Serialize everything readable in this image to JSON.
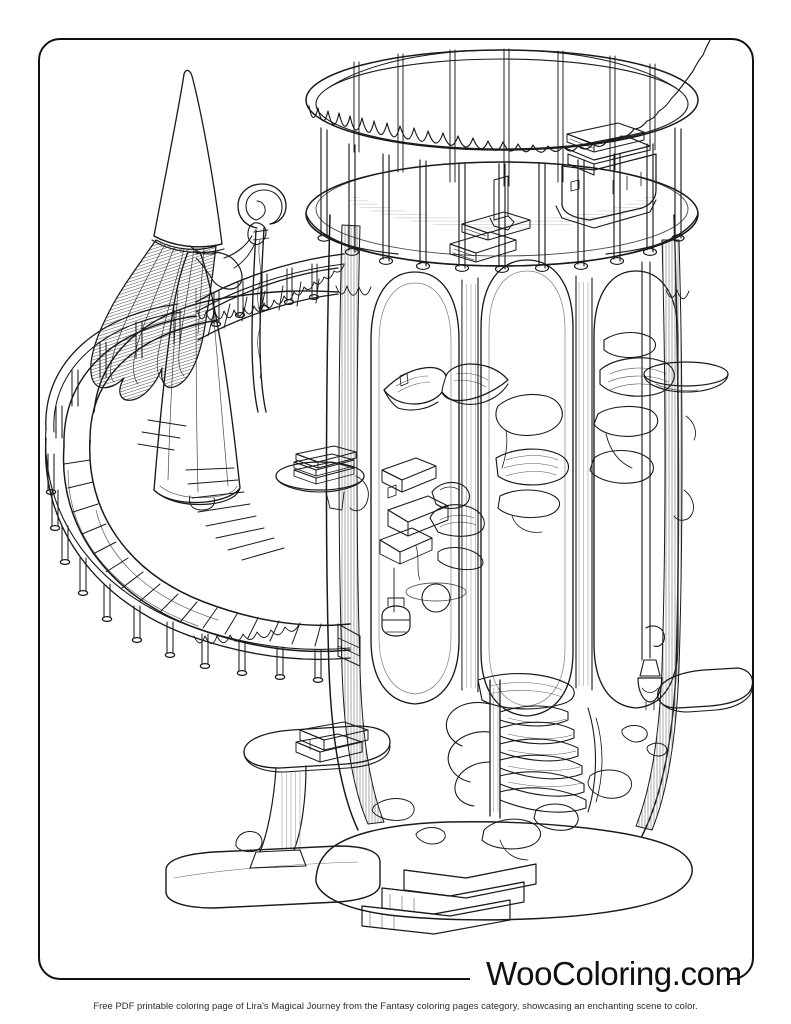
{
  "page": {
    "background_color": "#ffffff",
    "border_color": "#111111",
    "ink_color": "#1a1a1a"
  },
  "brand": {
    "logo_text": "WooColoring.com",
    "logo_color": "#111111"
  },
  "caption": {
    "text": "Free PDF printable coloring page of Lira's Magical Journey from the Fantasy coloring pages category, showcasing an enchanting scene to color."
  },
  "artwork": {
    "title": "Lira's Magical Journey",
    "style": "black-and-white line art coloring page",
    "scene_description": "A young wizard girl in a pointed hat holding a spiral-topped staff stands on a curving external stone staircase that spirals around a tall cylindrical open-walled magical library tower. The tower is crowned by a round balustraded terrace holding stacked books and a stone altar. Inside the tower, arched openings reveal floating books, shelves of scrolls, hanging lanterns, a potion bottle and an inner spiral staircase descending to a rounded stone base platform with steps.",
    "elements": [
      {
        "name": "wizard-girl",
        "label": "Lira the wizard girl"
      },
      {
        "name": "wizard-hat",
        "label": "pointed wizard hat"
      },
      {
        "name": "wizard-staff",
        "label": "spiral-topped staff"
      },
      {
        "name": "flowing-hair",
        "label": "long flowing hair"
      },
      {
        "name": "outer-spiral-staircase",
        "label": "outer spiral staircase"
      },
      {
        "name": "staircase-balustrade",
        "label": "staircase balustrade"
      },
      {
        "name": "tower-terrace",
        "label": "tower rooftop terrace"
      },
      {
        "name": "terrace-balustrade",
        "label": "terrace balustrade"
      },
      {
        "name": "stone-altar",
        "label": "stone altar with book"
      },
      {
        "name": "stacked-books",
        "label": "stacks of books"
      },
      {
        "name": "floating-book",
        "label": "floating open book"
      },
      {
        "name": "tower-arch-left",
        "label": "left arched opening"
      },
      {
        "name": "tower-arch-center",
        "label": "center arched opening"
      },
      {
        "name": "tower-arch-right",
        "label": "right arched opening"
      },
      {
        "name": "bookshelf-ledge",
        "label": "floating bookshelf ledge"
      },
      {
        "name": "scroll-pile",
        "label": "pile of scrolls"
      },
      {
        "name": "hanging-lantern",
        "label": "hanging lantern"
      },
      {
        "name": "potion-bottle",
        "label": "potion bottle"
      },
      {
        "name": "inner-spiral-stair",
        "label": "inner spiral staircase"
      },
      {
        "name": "tower-base-platform",
        "label": "rounded stone base platform"
      },
      {
        "name": "base-steps",
        "label": "stone entry steps"
      }
    ]
  }
}
